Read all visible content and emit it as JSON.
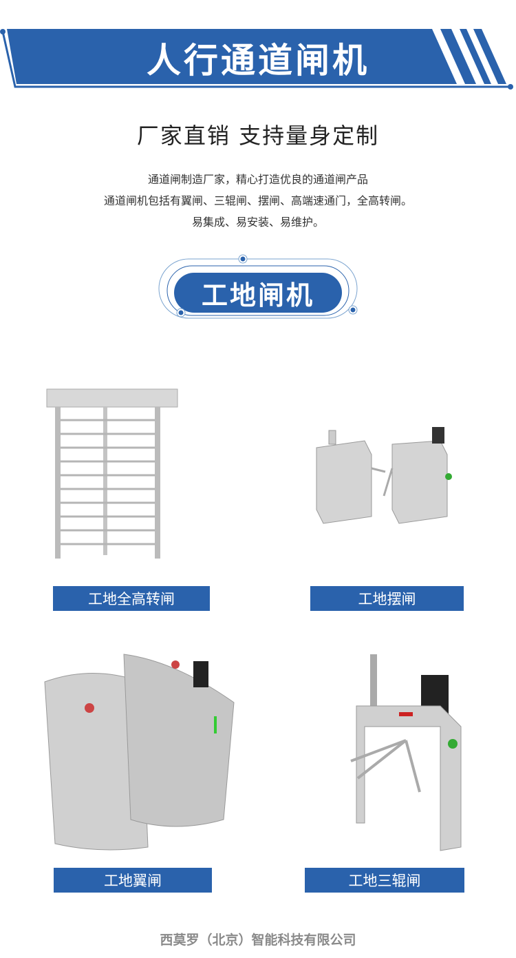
{
  "header": {
    "title": "人行通道闸机"
  },
  "subtitle": "厂家直销 支持量身定制",
  "description": [
    "通道闸制造厂家，精心打造优良的通道闸产品",
    "通道闸机包括有翼闸、三辊闸、摆闸、高端速通门，全高转闸。",
    "易集成、易安装、易维护。"
  ],
  "section": {
    "title": "工地闸机"
  },
  "products": [
    {
      "label": "工地全高转闸"
    },
    {
      "label": "工地摆闸"
    },
    {
      "label": "工地翼闸"
    },
    {
      "label": "工地三辊闸"
    }
  ],
  "watermark": "西莫罗（北京）智能科技有限公司",
  "colors": {
    "accent": "#2a62ac"
  }
}
